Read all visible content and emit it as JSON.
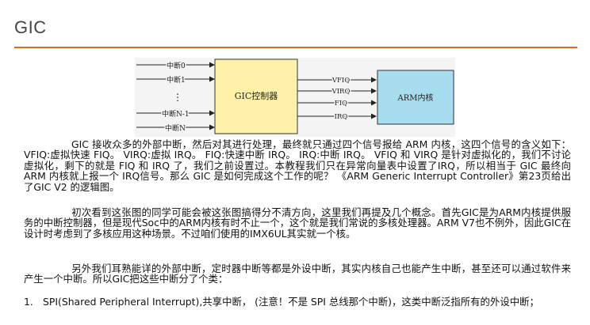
{
  "slide": {
    "title": "GIC"
  },
  "diagram": {
    "inputs": [
      "中断0",
      "中断1",
      "⋮",
      "中断N-1",
      "中断N"
    ],
    "controller_label": "GIC控制器",
    "outputs": [
      "VFIQ",
      "VIRQ",
      "FIQ",
      "IRQ"
    ],
    "core_label": "ARM内核",
    "colors": {
      "controller_fill": "#fff2a8",
      "core_fill": "#a8dcef",
      "background": "#f4f4f4"
    }
  },
  "body": {
    "p1": "GIC 接收众多的外部中断，然后对其进行处理，最终就只通过四个信号报给 ARM 内核，这四个信号的含义如下： VFIQ:虚拟快速 FIQ。 VIRQ:虚拟 IRQ。 FIQ:快速中断 IRQ。 IRQ:中断 IRQ。 VFIQ 和 VIRQ 是针对虚拟化的，我们不讨论虚拟化，剩下的就是 FIQ 和 IRQ 了，我们之前设置过。本教程我们只在异常向量表中设置了IRQ，所以相当于 GIC 最终向 ARM 内核就上报一个 IRQ信号。那么 GIC 是如何完成这个工作的呢？ 《ARM Generic Interrupt Controller》第23页给出了GIC V2 的逻辑图。",
    "p2": "初次看到这张图的同学可能会被这张图搞得分不清方向，这里我们再提及几个概念。首先GIC是为ARM内核提供服务的中断控制器，但是现代Soc中的ARM内核有时不止一个，这个就是我们常说的多核处理器。ARM V7也不例外，因此GIC在设计时考虑到了多核应用这种场景。不过咱们使用的IMX6UL其实就一个核。",
    "p3": "另外我们耳熟能详的外部中断，定时器中断等都是外设中断，其实内核自己也能产生中断，甚至还可以通过软件来产生一个中断。所以GIC把这些中断分了个类：",
    "list": [
      {
        "num": "1.",
        "text": "SPI(Shared Peripheral Interrupt),共享中断， (注意！不是 SPI 总线那个中断)，这类中断泛指所有的外设中断；"
      }
    ]
  }
}
